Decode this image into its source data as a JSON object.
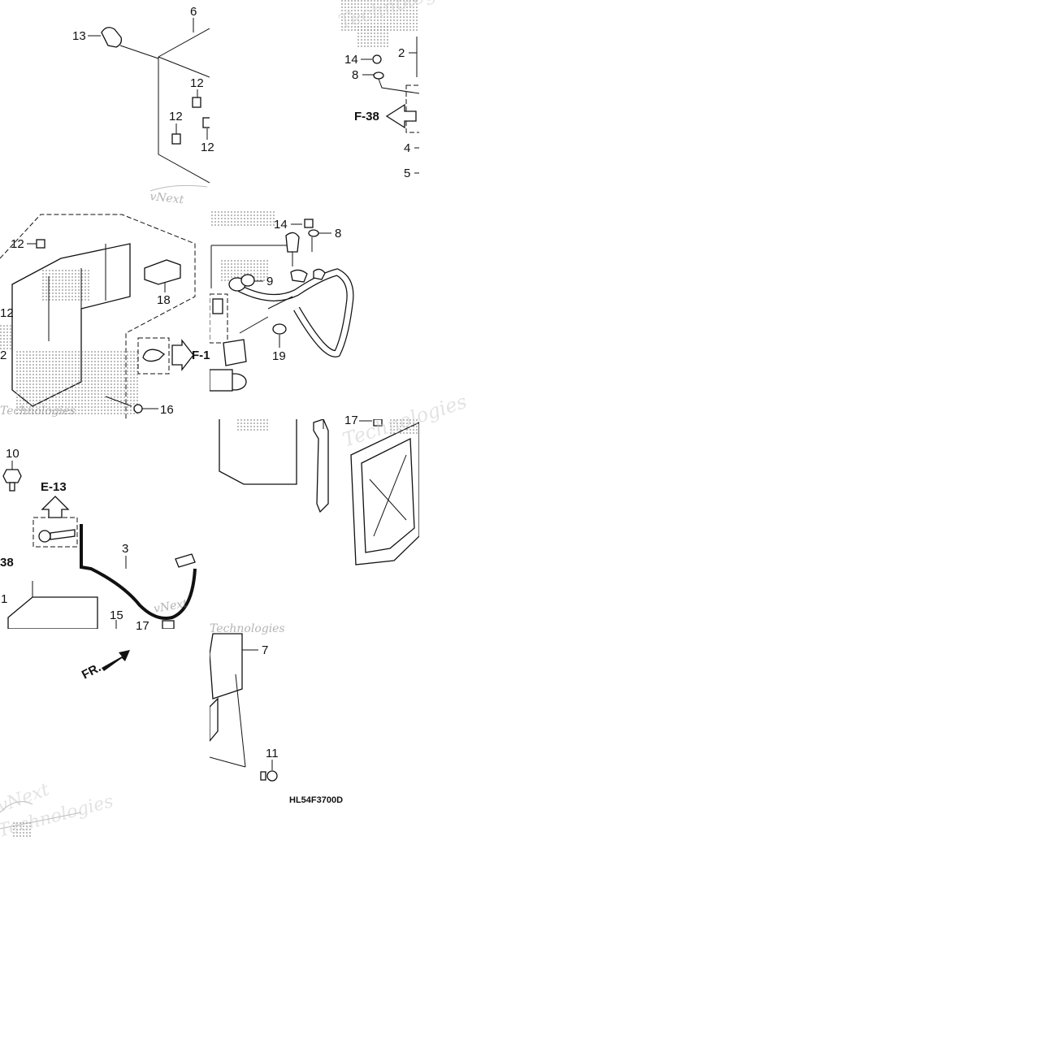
{
  "diagram": {
    "diagram_code": "HL54F3700D",
    "direction_label": "FR.",
    "watermark_words": [
      "vNext",
      "Technologies"
    ],
    "refs": [
      {
        "id": "ref-f38-top",
        "text": "F-38"
      },
      {
        "id": "ref-e13",
        "text": "E-13"
      },
      {
        "id": "ref-f1-partial",
        "text": "F-1"
      },
      {
        "id": "ref-38-partial",
        "text": "38"
      }
    ],
    "callouts": [
      "1",
      "2",
      "2",
      "3",
      "4",
      "5",
      "6",
      "7",
      "8",
      "8",
      "9",
      "10",
      "11",
      "12",
      "12",
      "12",
      "12",
      "12",
      "13",
      "14",
      "14",
      "15",
      "16",
      "17",
      "17",
      "18",
      "19"
    ]
  }
}
